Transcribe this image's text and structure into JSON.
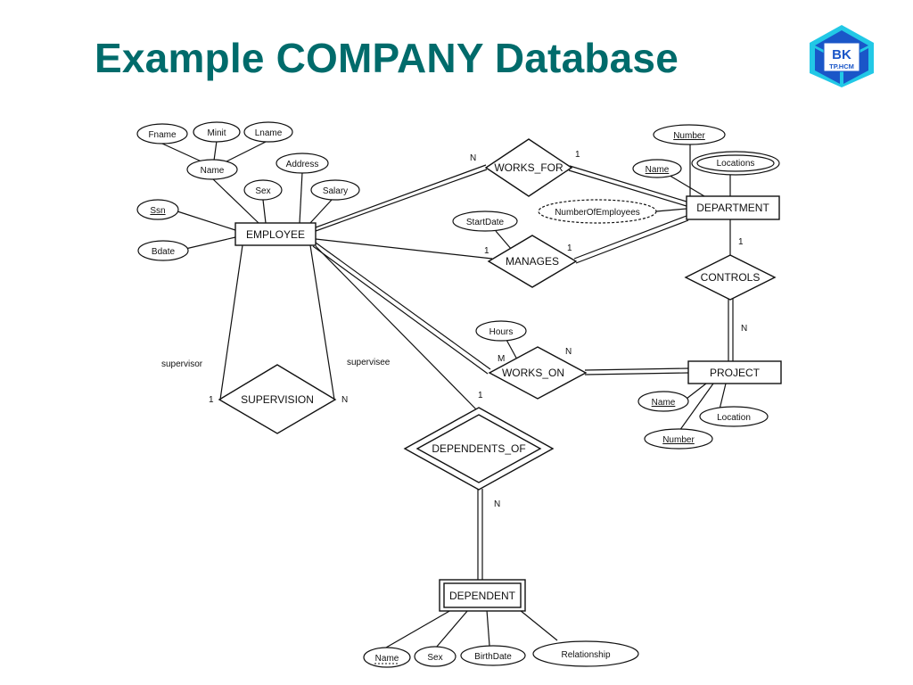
{
  "title": "Example COMPANY Database",
  "logo": {
    "line1": "BK",
    "line2": "TP.HCM",
    "color": "#1a56c8",
    "accent": "#22c8e6"
  },
  "entities": {
    "employee": "EMPLOYEE",
    "department": "DEPARTMENT",
    "project": "PROJECT",
    "dependent": "DEPENDENT"
  },
  "relationships": {
    "works_for": "WORKS_FOR",
    "manages": "MANAGES",
    "controls": "CONTROLS",
    "works_on": "WORKS_ON",
    "supervision": "SUPERVISION",
    "dependents_of": "DEPENDENTS_OF"
  },
  "attributes": {
    "employee": {
      "fname": "Fname",
      "minit": "Minit",
      "lname": "Lname",
      "name": "Name",
      "address": "Address",
      "sex": "Sex",
      "salary": "Salary",
      "ssn": "Ssn",
      "bdate": "Bdate"
    },
    "department": {
      "number": "Number",
      "name": "Name",
      "locations": "Locations",
      "number_of_employees": "NumberOfEmployees"
    },
    "manages": {
      "start_date": "StartDate"
    },
    "works_on": {
      "hours": "Hours"
    },
    "project": {
      "name": "Name",
      "location": "Location",
      "number": "Number"
    },
    "dependent": {
      "name": "Name",
      "sex": "Sex",
      "birth_date": "BirthDate",
      "relationship": "Relationship"
    }
  },
  "roles": {
    "supervisor": "supervisor",
    "supervisee": "supervisee"
  },
  "cardinalities": {
    "works_for_employee": "N",
    "works_for_department": "1",
    "manages_employee": "1",
    "manages_department": "1",
    "controls_department": "1",
    "controls_project": "N",
    "works_on_employee": "M",
    "works_on_project": "N",
    "supervision_supervisor": "1",
    "supervision_supervisee": "N",
    "dependents_of_employee": "1",
    "dependents_of_dependent": "N"
  }
}
